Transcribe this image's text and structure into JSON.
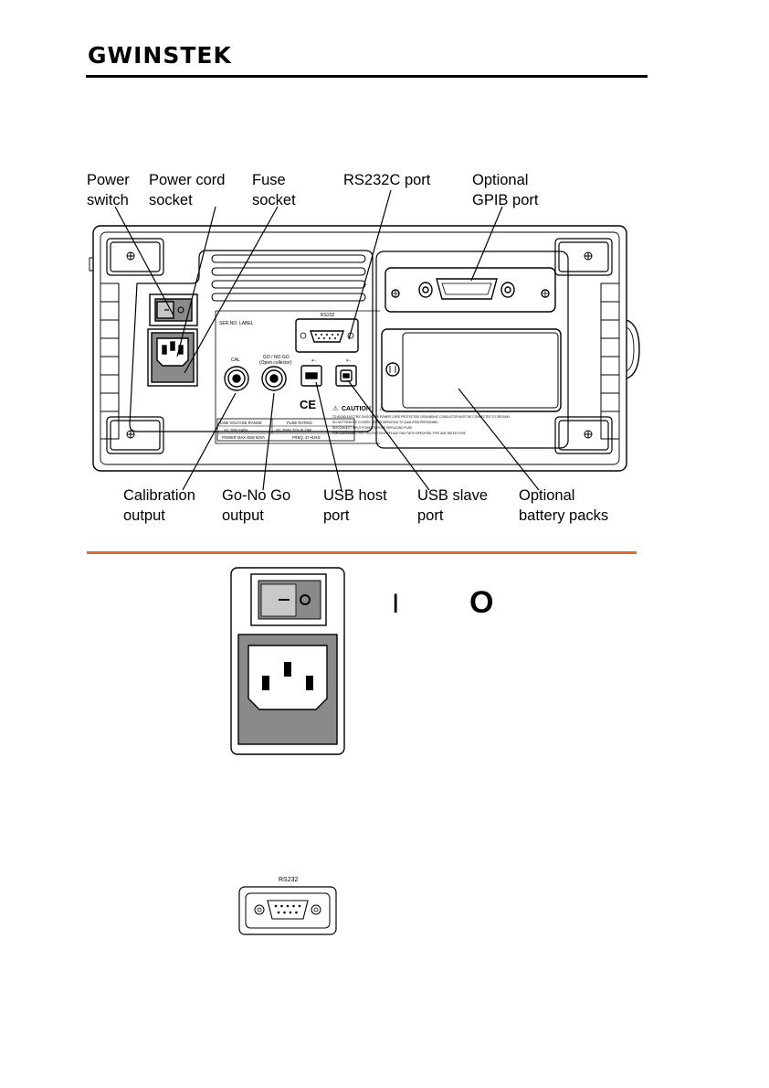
{
  "header": {
    "brand": "GWINSTEK"
  },
  "rear_panel": {
    "top_callouts": [
      {
        "line1": "Power",
        "line2": "switch"
      },
      {
        "line1": "Power cord",
        "line2": "socket"
      },
      {
        "line1": "Fuse",
        "line2": "socket"
      },
      {
        "line1": "RS232C port",
        "line2": ""
      },
      {
        "line1": "Optional",
        "line2": "GPIB port"
      }
    ],
    "bottom_callouts": [
      {
        "line1": "Calibration",
        "line2": "output"
      },
      {
        "line1": "Go-No Go",
        "line2": "output"
      },
      {
        "line1": "USB host",
        "line2": "port"
      },
      {
        "line1": "USB slave",
        "line2": "port"
      },
      {
        "line1": "Optional",
        "line2": "battery packs"
      }
    ],
    "panel_labels": {
      "serial": "SER.NO. LABEL",
      "rs232": "RS232",
      "cal": "CAL",
      "gonogo": "GO / NO GO",
      "gonogo_sub": "(Open collector)",
      "ce": "CE",
      "caution": "CAUTION",
      "caution_lines": [
        "TO AVOID ELECTRIC SHOCK THE POWER CORD PROTECTIVE GROUNDING CONDUCTOR MUST BE CONNECTED TO GROUND.",
        "DO NOT REMOVE COVERS. REFER SERVICING TO QUALIFIED PERSONNEL.",
        "DISCONNECT INPUT POWER BEFORE REPLACING FUSE.",
        "FOR CONTINUED FIRE PROTECTION REPLACE ONLY WITH SPECIFIED TYPE AND RATED FUSE."
      ],
      "line_voltage_range": "LINE VOLTAGE RANGE",
      "fuse_rating": "FUSE RATING",
      "voltage_value": "AC 100~240V",
      "fuse_value": "AC 250V T2A SLOW",
      "power_max": "POWER MAX 45W 60VA",
      "freq": "FREQ. 47~63Hz"
    }
  },
  "power_detail": {
    "on_symbol": "I",
    "off_symbol": "O"
  },
  "rs232_detail": {
    "label": "RS232"
  },
  "colors": {
    "accent_rule": "#e06a2a",
    "panel_dark": "#8a8a8a"
  }
}
